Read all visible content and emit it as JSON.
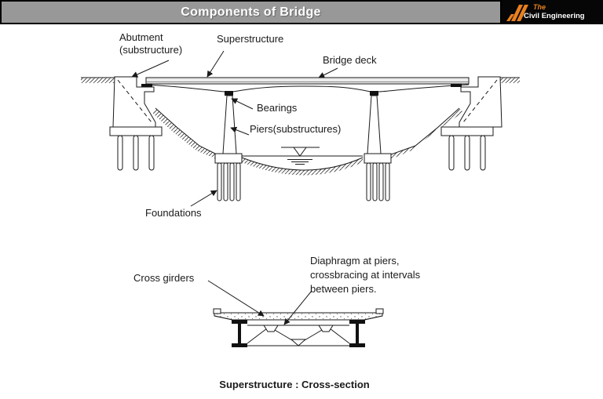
{
  "header": {
    "title": "Components of Bridge",
    "logo": {
      "line1": "The",
      "line2": "Civil Engineering"
    }
  },
  "colors": {
    "header_bar": "#989898",
    "header_border": "#000000",
    "logo_bg": "#000000",
    "logo_accent": "#e8801e",
    "logo_text": "#ffffff",
    "title_text": "#ffffff",
    "ink": "#1a1a1a",
    "paper": "#ffffff"
  },
  "elevation": {
    "labels": {
      "abutment_line1": "Abutment",
      "abutment_line2": "(substructure)",
      "superstructure": "Superstructure",
      "bridge_deck": "Bridge deck",
      "bearings": "Bearings",
      "piers": "Piers(substructures)",
      "foundations": "Foundations"
    }
  },
  "cross_section": {
    "labels": {
      "cross_girders": "Cross girders",
      "diaphragm_line1": "Diaphragm at piers,",
      "diaphragm_line2": "crossbracing at intervals",
      "diaphragm_line3": "between piers.",
      "caption": "Superstructure : Cross-section"
    }
  }
}
